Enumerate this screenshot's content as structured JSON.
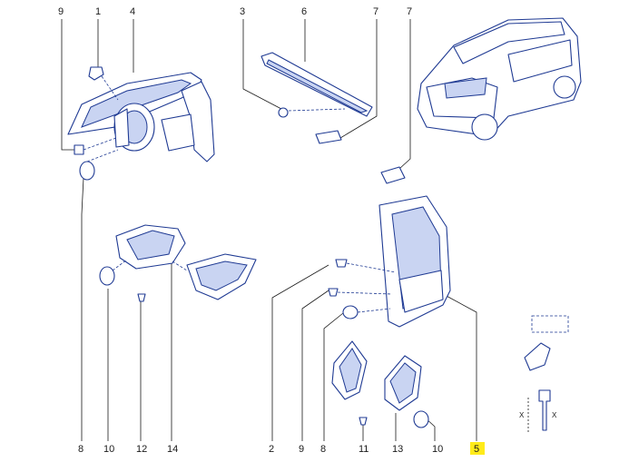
{
  "diagram": {
    "highlight_color": "#ffeb1a",
    "line_color": "#1f3a93",
    "callouts_top": [
      "9",
      "1",
      "4",
      "3",
      "6",
      "7",
      "7"
    ],
    "callouts_bottom": [
      "8",
      "10",
      "12",
      "14",
      "2",
      "9",
      "8",
      "11",
      "13",
      "10",
      "5"
    ],
    "highlighted_callout": "5",
    "axis_marks": [
      "X",
      "X"
    ]
  }
}
